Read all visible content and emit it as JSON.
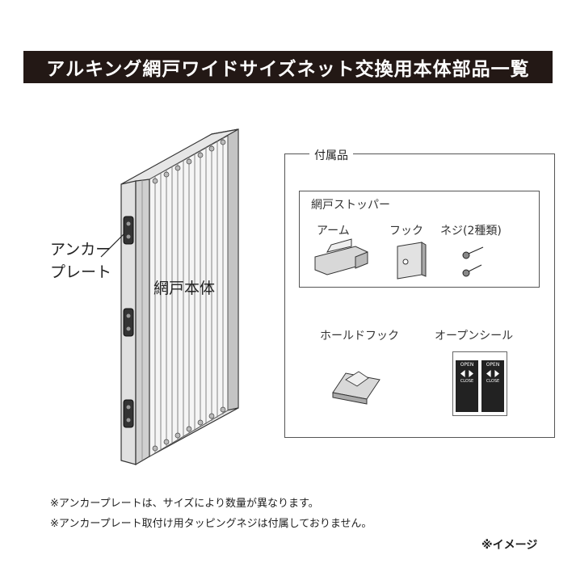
{
  "header": {
    "title": "アルキング網戸ワイドサイズネット交換用本体部品一覧"
  },
  "main": {
    "anchor_label_line1": "アンカー",
    "anchor_label_line2": "プレート",
    "body_label": "網戸本体"
  },
  "accessories": {
    "title": "付属品",
    "stopper": {
      "title": "網戸ストッパー",
      "items": [
        "アーム",
        "フック",
        "ネジ(2種類)"
      ]
    },
    "hold_hook": "ホールドフック",
    "open_seal": {
      "label": "オープンシール",
      "open_text": "OPEN",
      "close_text": "CLOSE"
    }
  },
  "notes": [
    "※アンカープレートは、サイズにより数量が異なります。",
    "※アンカープレート取付け用タッピングネジは付属しておりません。"
  ],
  "image_note": "※イメージ"
}
